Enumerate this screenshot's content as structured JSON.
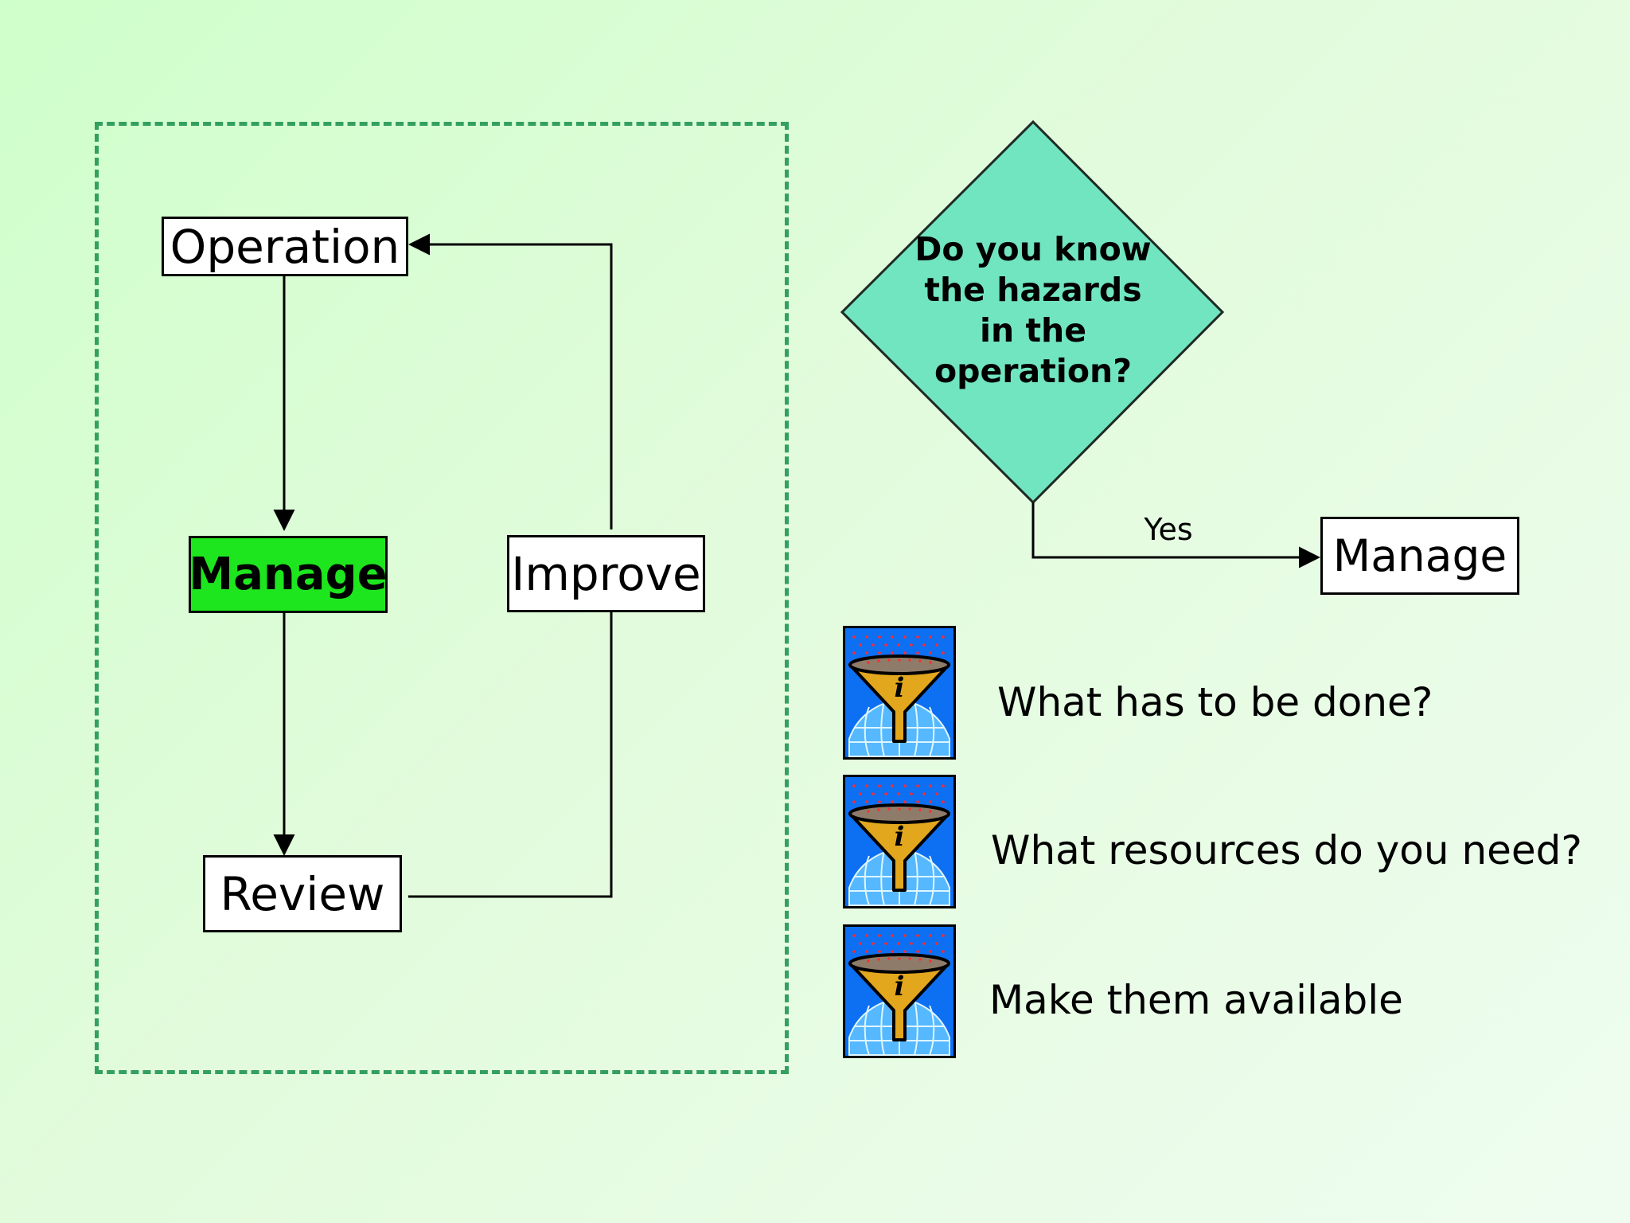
{
  "flow_cycle": {
    "operation": "Operation",
    "manage": "Manage",
    "improve": "Improve",
    "review": "Review"
  },
  "decision": {
    "lines": [
      "Do you know",
      "the hazards",
      "in the",
      "operation?"
    ],
    "yes_label": "Yes",
    "outcome": "Manage"
  },
  "questions": [
    "What has to be done?",
    "What resources do you need?",
    "Make them available"
  ],
  "colors": {
    "background_light_green": "#cfffcb",
    "dashed_frame": "#34a060",
    "manage_highlight": "#1ee61e",
    "diamond_fill": "#71e5bf",
    "icon_blue": "#0d6ff1",
    "funnel_gold": "#e3a71d"
  }
}
